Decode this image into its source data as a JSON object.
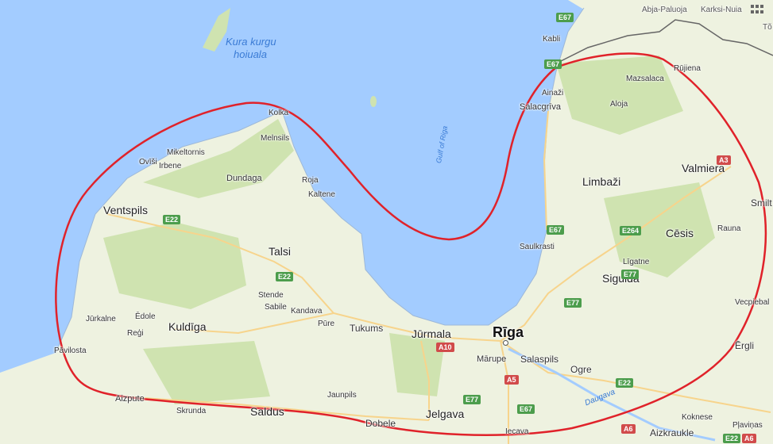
{
  "map": {
    "colors": {
      "sea": "#a3ccff",
      "land": "#eef2e0",
      "forest": "#cfe3b0",
      "road_major": "#f7d48c",
      "circle": "#e0222a",
      "shield_green": "#4c9d4c",
      "shield_red": "#d14b4b"
    },
    "water_labels": {
      "kura_line1": "Kura kurgu",
      "kura_line2": "hoiuala",
      "gulf": "Gulf of Riga",
      "river": "Daugava"
    },
    "cities": {
      "riga": "Rīga",
      "ventspils": "Ventspils",
      "talsi": "Talsi",
      "kuldiga": "Kuldīga",
      "jurmala": "Jūrmala",
      "tukums": "Tukums",
      "jelgava": "Jelgava",
      "saldus": "Saldus",
      "limbazi": "Limbaži",
      "valmiera": "Valmiera",
      "cesis": "Cēsis",
      "sigulda": "Sigulda",
      "ogre": "Ogre",
      "salaspils": "Salaspils",
      "marupe": "Mārupe",
      "dobele": "Dobele",
      "aizkraukle": "Aizkraukle",
      "smiltene": "Smilt",
      "vecpiebalga": "Vecpiebal",
      "ergli": "Ērgli"
    },
    "places": {
      "kolka": "Kolka",
      "melnsils": "Melnsils",
      "mikeltornis": "Mikeltornis",
      "ovisi": "Ovīši",
      "irbene": "Irbene",
      "dundaga": "Dundaga",
      "roja": "Roja",
      "kaltene": "Kaltene",
      "stende": "Stende",
      "sabile": "Sabile",
      "kandava": "Kandava",
      "pure": "Pūre",
      "jurkalne": "Jūrkalne",
      "edole": "Ēdole",
      "regi": "Reģi",
      "pavilosta": "Pāvilosta",
      "aizpute": "Aizpute",
      "skrunda": "Skrunda",
      "jaunpils": "Jaunpils",
      "iecava": "Iecava",
      "kabli": "Kabli",
      "ainazi": "Ainaži",
      "salacgriva": "Salacgrīva",
      "mazsalaca": "Mazsalaca",
      "rujiena": "Rūjiena",
      "aloja": "Aloja",
      "saulkrasti": "Saulkrasti",
      "ligatne": "Līgatne",
      "rauna": "Rauna",
      "koknese": "Koknese",
      "plavinas": "Pļaviņas",
      "abja": "Abja-Paluoja",
      "karksi": "Karksi-Nuia",
      "to": "Tõ"
    },
    "roads": {
      "e67_top": "E67",
      "e67_mid": "E67",
      "e67_saulkrasti": "E67",
      "e67_south": "E67",
      "a3": "A3",
      "e264": "E264",
      "e77_sigulda": "E77",
      "e77_riga": "E77",
      "e77_south": "E77",
      "e22_ventspils": "E22",
      "e22_talsi": "E22",
      "e22_ogre": "E22",
      "e22_se": "E22",
      "a10": "A10",
      "a5": "A5",
      "a6_1": "A6",
      "a6_2": "A6"
    }
  }
}
